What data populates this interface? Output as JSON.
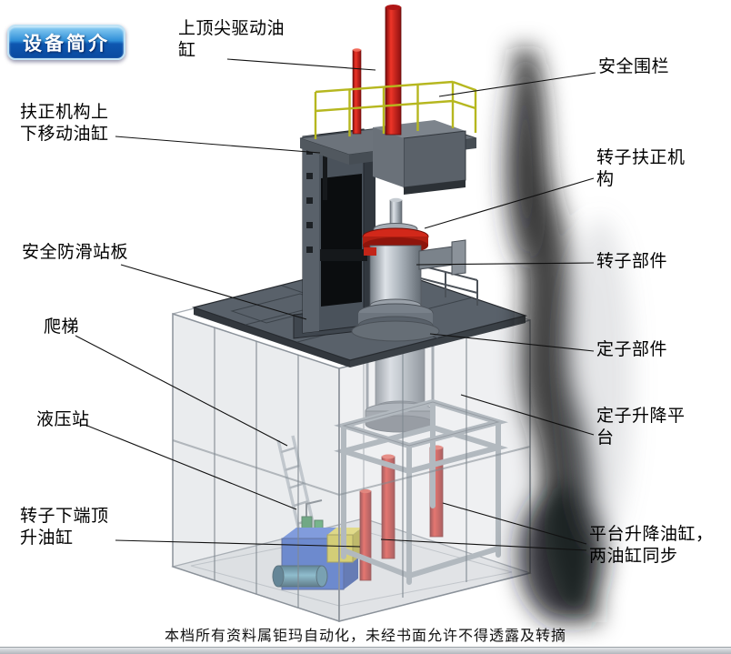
{
  "page": {
    "title_badge": "设备简介",
    "footer": "本档所有资料属钜玛自动化，未经书面允许不得透露及转摘"
  },
  "labels": [
    {
      "id": "top-drive-cylinder",
      "text": "上顶尖驱动油缸"
    },
    {
      "id": "safety-fence",
      "text": "安全围栏"
    },
    {
      "id": "centering-move-cylinder",
      "text": "扶正机构上下移动油缸"
    },
    {
      "id": "rotor-centering",
      "text": "转子扶正机构"
    },
    {
      "id": "anti-slip-plate",
      "text": "安全防滑站板"
    },
    {
      "id": "rotor-part",
      "text": "转子部件"
    },
    {
      "id": "ladder",
      "text": "爬梯"
    },
    {
      "id": "stator-part",
      "text": "定子部件"
    },
    {
      "id": "hydraulic-station",
      "text": "液压站"
    },
    {
      "id": "stator-lift-platform",
      "text": "定子升降平台"
    },
    {
      "id": "rotor-jack-cylinder",
      "text": "转子下端顶升油缸"
    },
    {
      "id": "platform-lift-cylinders",
      "text": "平台升降油缸，两油缸同步"
    }
  ],
  "colors": {
    "badge_blue_dark": "#0a4aa0",
    "badge_blue_light": "#8ed0f4",
    "cylinder_red": "#d22a1c",
    "fence_yellow": "#b6b71f",
    "hydraulic_blue": "#2856c8",
    "valve_green": "#2f8a4a",
    "plate_gray": "#59616a"
  }
}
